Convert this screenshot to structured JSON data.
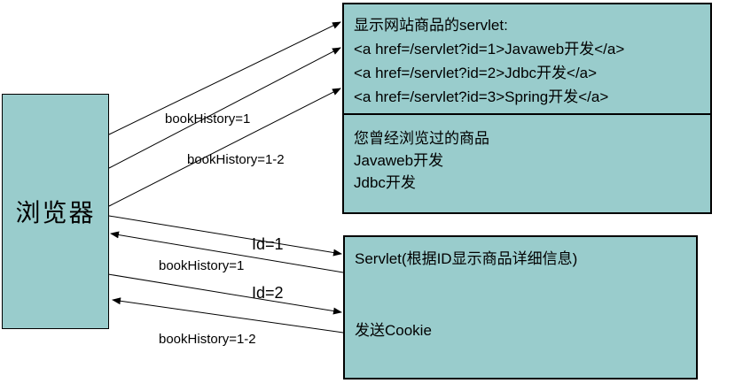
{
  "colors": {
    "box_fill": "#99cccc",
    "line_color": "#000000",
    "background": "#ffffff"
  },
  "browser_box": {
    "label": "浏览器"
  },
  "catalog_box": {
    "title_line": "显示网站商品的servlet:",
    "links": [
      "<a href=/servlet?id=1>Javaweb开发</a>",
      "<a href=/servlet?id=2>Jdbc开发</a>",
      "<a href=/servlet?id=3>Spring开发</a>"
    ],
    "history_title": "您曾经浏览过的商品",
    "history_items": [
      "Javaweb开发",
      "Jdbc开发"
    ]
  },
  "detail_box": {
    "title": "Servlet(根据ID显示商品详细信息)",
    "cookie_line": "发送Cookie"
  },
  "arrow_labels": {
    "request_cookie_1": "bookHistory=1",
    "request_cookie_1_2": "bookHistory=1-2",
    "detail_request_id1": "Id=1",
    "detail_response_cookie_1": "bookHistory=1",
    "detail_request_id2": "Id=2",
    "detail_response_cookie_1_2": "bookHistory=1-2"
  }
}
